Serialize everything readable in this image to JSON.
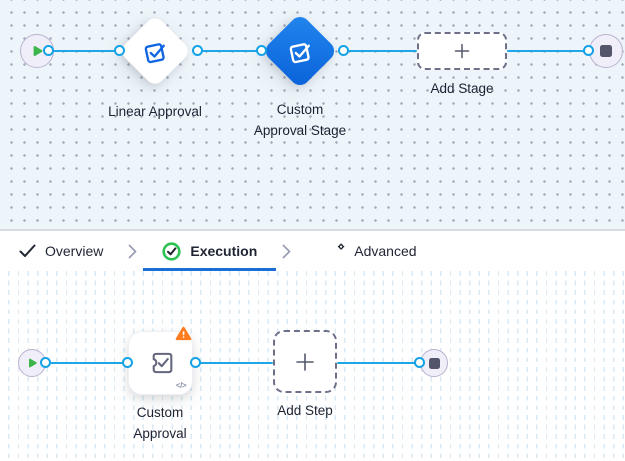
{
  "stage_canvas": {
    "linear_approval_label": "Linear Approval",
    "custom_stage_label": "Custom\nApproval Stage",
    "add_stage_label": "Add Stage"
  },
  "tabs": {
    "overview": "Overview",
    "execution": "Execution",
    "advanced": "Advanced"
  },
  "step_canvas": {
    "custom_step_label": "Custom\nApproval",
    "add_step_label": "Add Step",
    "code_badge": "</>"
  },
  "colors": {
    "edge_blue": "#1ea7e6",
    "stage_blue": "#0b6adf",
    "warning_orange": "#ff7b1f",
    "success_green": "#2cc252",
    "play_green": "#3cb54a",
    "active_tab_underline": "#1b6ed6"
  }
}
